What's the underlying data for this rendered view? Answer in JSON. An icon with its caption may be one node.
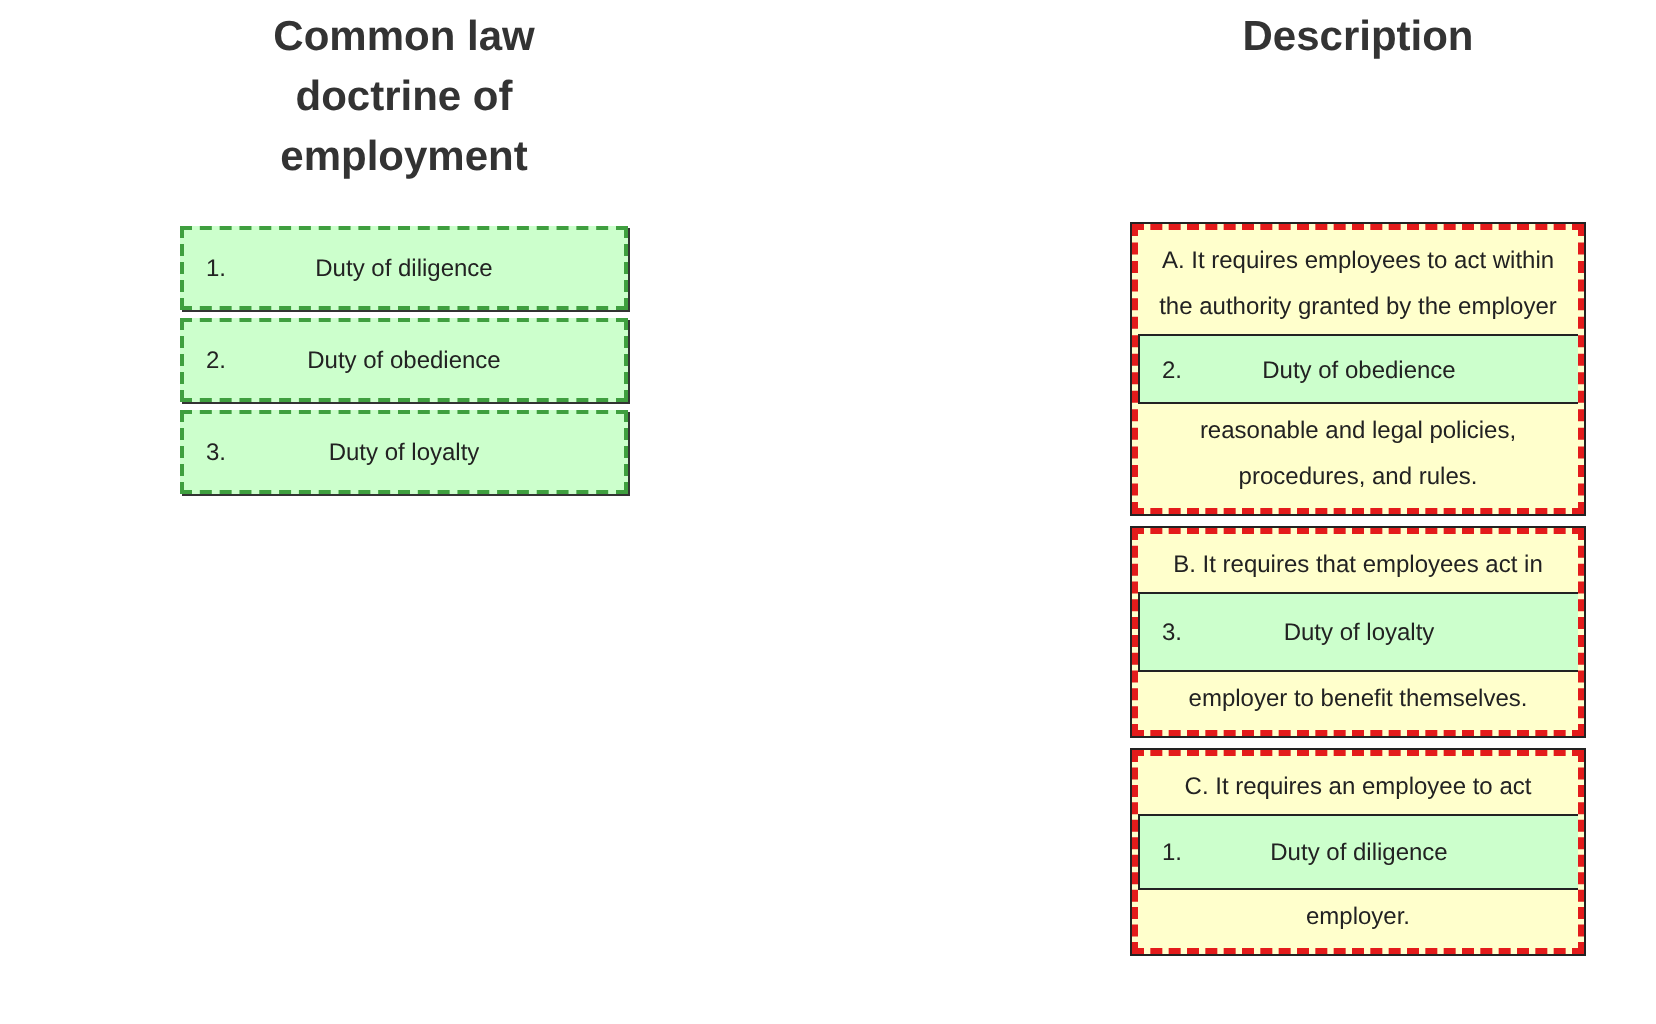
{
  "diagram": {
    "nodes": [
      {
        "text": [
          "1.",
          "Duty of diligence"
        ]
      },
      {
        "text": [
          "2.",
          "Duty of obedience"
        ]
      },
      {
        "text": [
          "3.",
          "Duty of loyalty"
        ]
      },
      {
        "text": [
          "A. It requires employees to act within the authority granted by the employer",
          "reasonable and legal policies, procedures, and rules."
        ]
      },
      {
        "text": [
          "2.",
          "Duty of obedience"
        ],
        "in": 3
      },
      {
        "text": [
          "B. It requires that employees act in",
          "employer to benefit themselves."
        ]
      },
      {
        "text": [
          "3.",
          "Duty of loyalty"
        ],
        "in": 5
      },
      {
        "text": [
          "C. It requires an employee to act",
          "employer."
        ]
      },
      {
        "text": [
          "1.",
          "Duty of diligence"
        ],
        "in": 7
      }
    ],
    "labels": [
      "Common law doctrine of employment",
      "Description"
    ]
  }
}
